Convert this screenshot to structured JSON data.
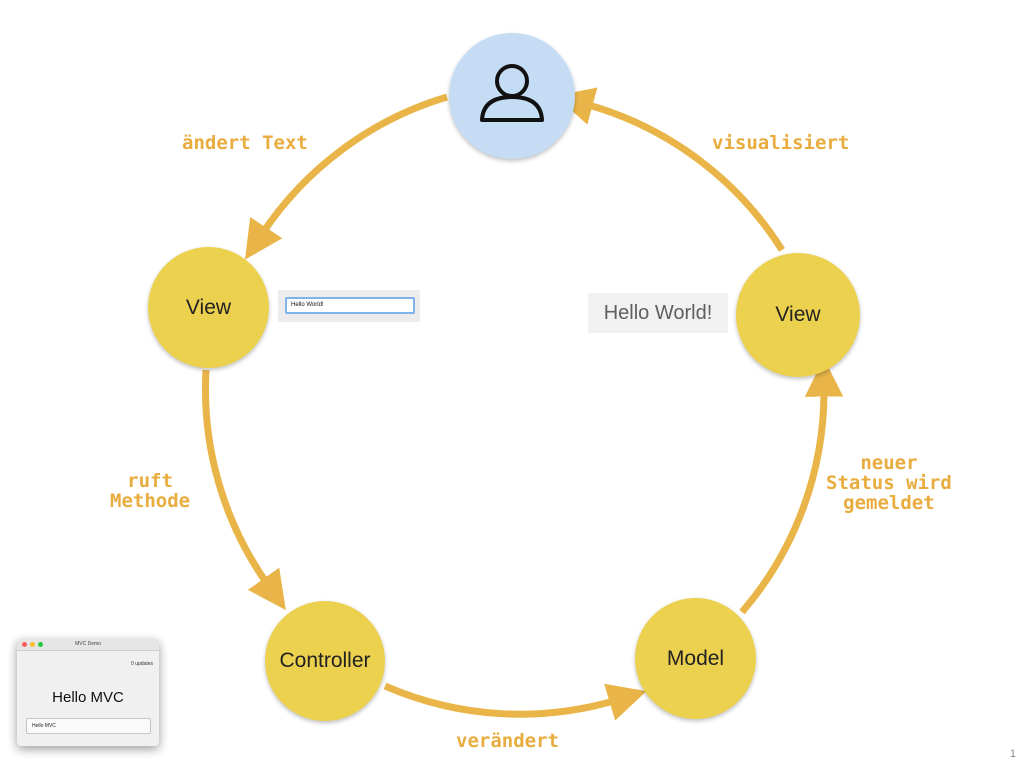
{
  "nodes": {
    "user": {
      "icon": "user-icon"
    },
    "view_left": {
      "label": "View"
    },
    "view_right": {
      "label": "View"
    },
    "controller": {
      "label": "Controller"
    },
    "model": {
      "label": "Model"
    }
  },
  "edges": {
    "aendert_text": "ändert Text",
    "visualisiert": "visualisiert",
    "ruft_methode": [
      "ruft",
      "Methode"
    ],
    "neuer_status": [
      "neuer",
      "Status wird",
      "gemeldet"
    ],
    "veraendert": "verändert"
  },
  "text_field": {
    "value": "Hello World!"
  },
  "display_text": "Hello World!",
  "app_window": {
    "title": "MVC Demo",
    "updates": "0 updates",
    "heading": "Hello MVC",
    "field_value": "Hello MVC"
  },
  "page_number": "1",
  "colors": {
    "arrow": "#e9b548",
    "node_yellow": "#ecd14f",
    "user_node": "#c5dcf5",
    "handwriting": "#e9ac3e"
  }
}
